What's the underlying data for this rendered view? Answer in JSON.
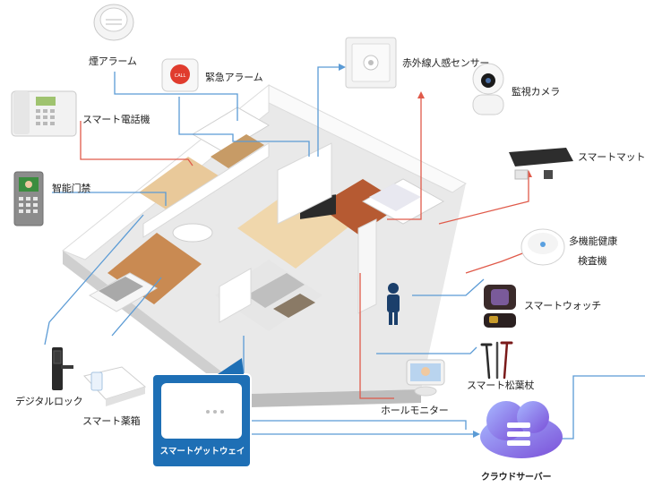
{
  "devices": {
    "smoke_alarm": "煙アラーム",
    "emergency_alarm": "緊急アラーム",
    "smart_phone": "スマート電話機",
    "access_control": "智能门禁",
    "pir_sensor": "赤外線人感センサー",
    "camera": "監視カメラ",
    "smart_mat": "スマートマット",
    "health_checker_line1": "多機能健康",
    "health_checker_line2": "検査機",
    "smart_watch": "スマートウォッチ",
    "smart_cane": "スマート松葉杖",
    "hall_monitor": "ホールモニター",
    "digital_lock": "デジタルロック",
    "smart_medicine_box": "スマート薬箱",
    "smart_gateway": "スマートゲットウェイ",
    "cloud_server": "クラウドサーバー"
  },
  "colors": {
    "line_blue": "#5b9bd5",
    "line_red": "#e05a4a",
    "gateway_box": "#1e6fb5",
    "cloud": "#7b6ee8"
  }
}
